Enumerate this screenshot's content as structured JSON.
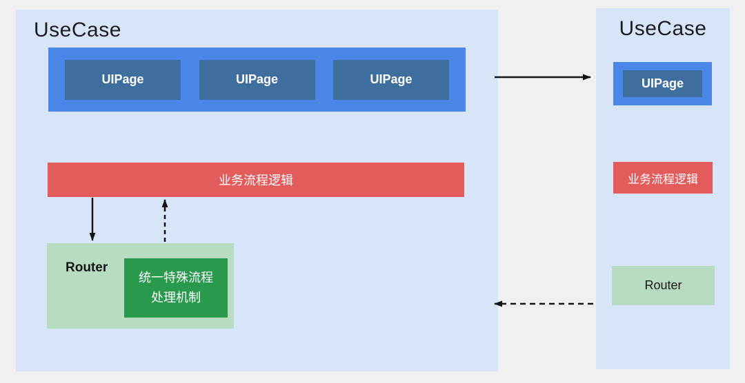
{
  "diagram": {
    "background_color": "#f0f0f1",
    "panel_color": "#d8e4f7",
    "pages_bar_color": "#4a87e8",
    "uipage_color": "#3d6e9e",
    "logic_color": "#e45b5b",
    "router_light_color": "#b7dcc2",
    "router_dark_color": "#29994e",
    "arrow_color": "#141414"
  },
  "left_panel": {
    "title": "UseCase",
    "uipages": [
      "UIPage",
      "UIPage",
      "UIPage"
    ],
    "logic_label": "业务流程逻辑",
    "router_label": "Router",
    "special_flow_line1": "统一特殊流程",
    "special_flow_line2": "处理机制"
  },
  "right_panel": {
    "title": "UseCase",
    "uipage": "UIPage",
    "logic_label": "业务流程逻辑",
    "router_label": "Router"
  }
}
